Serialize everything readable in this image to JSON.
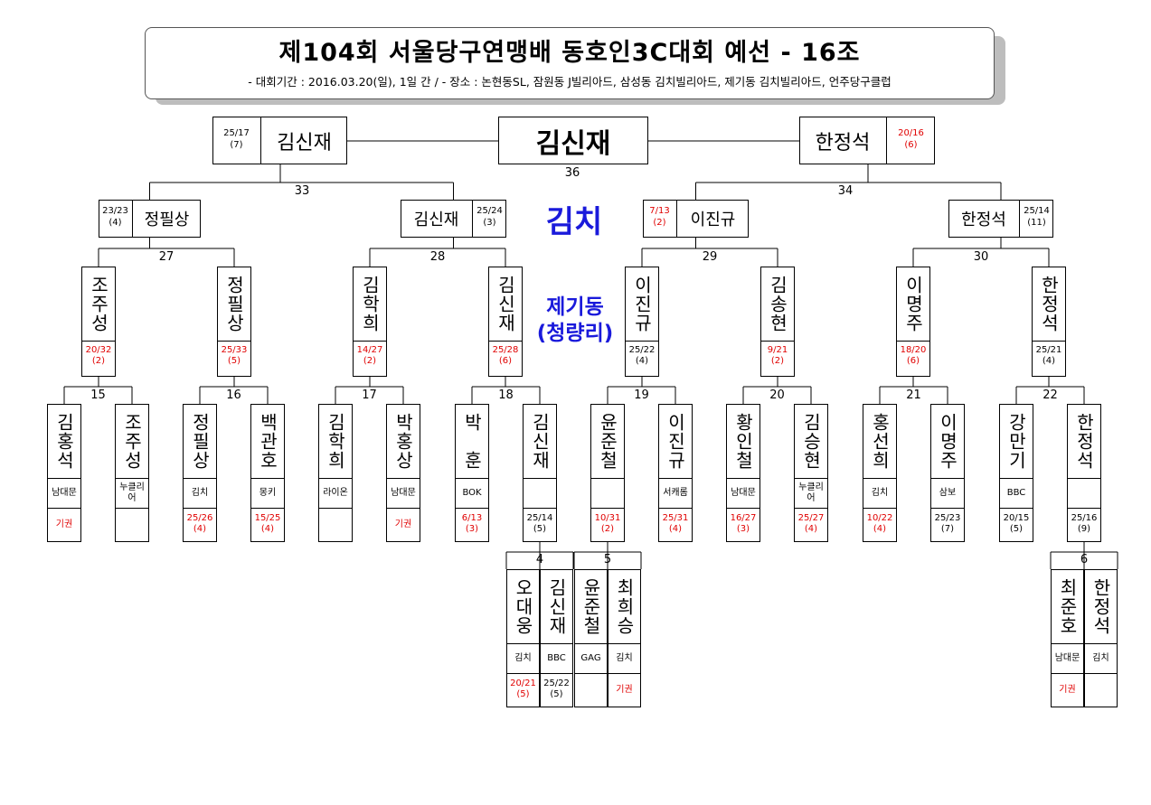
{
  "title": "제104회  서울당구연맹배  동호인3C대회  예선  -  16조",
  "subtitle": "-  대회기간 : 2016.03.20(일), 1일  간  /  -  장소 : 논현동SL, 잠원동 J빌리아드, 삼성동 김치빌리아드, 제기동 김치빌리아드, 언주당구클럽",
  "venue_1": "김치",
  "venue_2a": "제기동",
  "venue_2b": "(청량리)",
  "final": {
    "winner": "김신재",
    "match_no": "36",
    "left": {
      "name": "김신재",
      "score": "25/17",
      "inning": "(7)"
    },
    "right": {
      "name": "한정석",
      "score": "20/16",
      "inning": "(6)"
    }
  },
  "semis": [
    {
      "no": "33",
      "a": {
        "name": "정필상",
        "score": "23/23",
        "inning": "(4)"
      },
      "b": {
        "name": "김신재",
        "score": "25/24",
        "inning": "(3)"
      }
    },
    {
      "no": "34",
      "a": {
        "name": "이진규",
        "score": "7/13",
        "inning": "(2)"
      },
      "b": {
        "name": "한정석",
        "score": "25/14",
        "inning": "(11)"
      }
    }
  ],
  "r3": [
    {
      "no": "27",
      "a": {
        "name": "조주성",
        "score": "20/32",
        "inning": "(2)"
      },
      "b": {
        "name": "정필상",
        "score": "25/33",
        "inning": "(5)"
      }
    },
    {
      "no": "28",
      "a": {
        "name": "김학희",
        "score": "14/27",
        "inning": "(2)"
      },
      "b": {
        "name": "김신재",
        "score": "25/28",
        "inning": "(6)"
      }
    },
    {
      "no": "29",
      "a": {
        "name": "이진규",
        "score": "25/22",
        "inning": "(4)"
      },
      "b": {
        "name": "김송현",
        "score": "9/21",
        "inning": "(2)"
      }
    },
    {
      "no": "30",
      "a": {
        "name": "이명주",
        "score": "18/20",
        "inning": "(6)"
      },
      "b": {
        "name": "한정석",
        "score": "25/21",
        "inning": "(4)"
      }
    }
  ],
  "r2": [
    {
      "no": "15",
      "a": {
        "name": "김홍석",
        "club": "남대문",
        "score": "기권",
        "inning": ""
      },
      "b": {
        "name": "조주성",
        "club": "누클리어",
        "score": "",
        "inning": ""
      }
    },
    {
      "no": "16",
      "a": {
        "name": "정필상",
        "club": "김치",
        "score": "25/26",
        "inning": "(4)"
      },
      "b": {
        "name": "백관호",
        "club": "몽키",
        "score": "15/25",
        "inning": "(4)"
      }
    },
    {
      "no": "17",
      "a": {
        "name": "김학희",
        "club": "라이온",
        "score": "",
        "inning": ""
      },
      "b": {
        "name": "박홍상",
        "club": "남대문",
        "score": "기권",
        "inning": ""
      }
    },
    {
      "no": "18",
      "a": {
        "name": "박　훈",
        "club": "BOK",
        "score": "6/13",
        "inning": "(3)"
      },
      "b": {
        "name": "김신재",
        "club": "",
        "score": "25/14",
        "inning": "(5)"
      }
    },
    {
      "no": "19",
      "a": {
        "name": "윤준철",
        "club": "",
        "score": "10/31",
        "inning": "(2)"
      },
      "b": {
        "name": "이진규",
        "club": "서캐롬",
        "score": "25/31",
        "inning": "(4)"
      }
    },
    {
      "no": "20",
      "a": {
        "name": "황인철",
        "club": "남대문",
        "score": "16/27",
        "inning": "(3)"
      },
      "b": {
        "name": "김승현",
        "club": "누클리어",
        "score": "25/27",
        "inning": "(4)"
      }
    },
    {
      "no": "21",
      "a": {
        "name": "홍선희",
        "club": "김치",
        "score": "10/22",
        "inning": "(4)"
      },
      "b": {
        "name": "이명주",
        "club": "삼보",
        "score": "25/23",
        "inning": "(7)"
      }
    },
    {
      "no": "22",
      "a": {
        "name": "강만기",
        "club": "BBC",
        "score": "20/15",
        "inning": "(5)"
      },
      "b": {
        "name": "한정석",
        "club": "",
        "score": "25/16",
        "inning": "(9)"
      }
    }
  ],
  "r1": [
    {
      "no": "4",
      "a": {
        "name": "오대웅",
        "club": "김치",
        "score": "20/21",
        "inning": "(5)"
      },
      "b": {
        "name": "김신재",
        "club": "BBC",
        "score": "25/22",
        "inning": "(5)"
      }
    },
    {
      "no": "5",
      "a": {
        "name": "윤준철",
        "club": "GAG",
        "score": "",
        "inning": ""
      },
      "b": {
        "name": "최희승",
        "club": "김치",
        "score": "기권",
        "inning": ""
      }
    },
    {
      "no": "6",
      "a": {
        "name": "최준호",
        "club": "남대문",
        "score": "기권",
        "inning": ""
      },
      "b": {
        "name": "한정석",
        "club": "김치",
        "score": "",
        "inning": ""
      }
    }
  ]
}
